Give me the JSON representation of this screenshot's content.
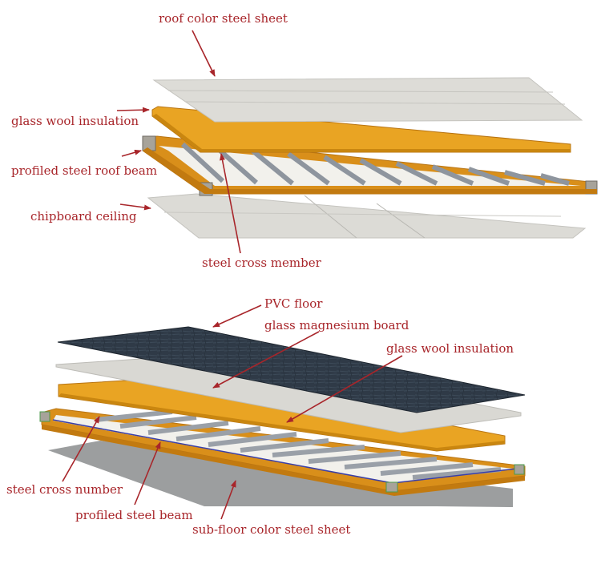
{
  "labels": {
    "roof_color_steel_sheet": "roof color steel sheet",
    "glass_wool_insulation_top": "glass wool insulation",
    "profiled_steel_roof_beam": "profiled steel roof beam",
    "chipboard_ceiling": "chipboard ceiling",
    "steel_cross_member": "steel cross member",
    "pvc_floor": "PVC floor",
    "glass_magnesium_board": "glass magnesium board",
    "glass_wool_insulation_bottom": "glass wool insulation",
    "steel_cross_number": "steel cross number",
    "profiled_steel_beam": "profiled steel beam",
    "sub_floor_color_steel_sheet": "sub-floor color steel sheet"
  },
  "colors": {
    "label_text": "#a8252a",
    "arrow": "#a8252a",
    "steel_sheet": "#d6d5d0",
    "insulation_orange": "#e9a423",
    "beam_orange": "#d98f1a",
    "steel_cross_members": "#9aa0a8",
    "pvc_floor_dark": "#2f3a47",
    "glass_magnesium_board": "#d9d8d3",
    "subfloor_sheet": "#9c9e9f"
  }
}
